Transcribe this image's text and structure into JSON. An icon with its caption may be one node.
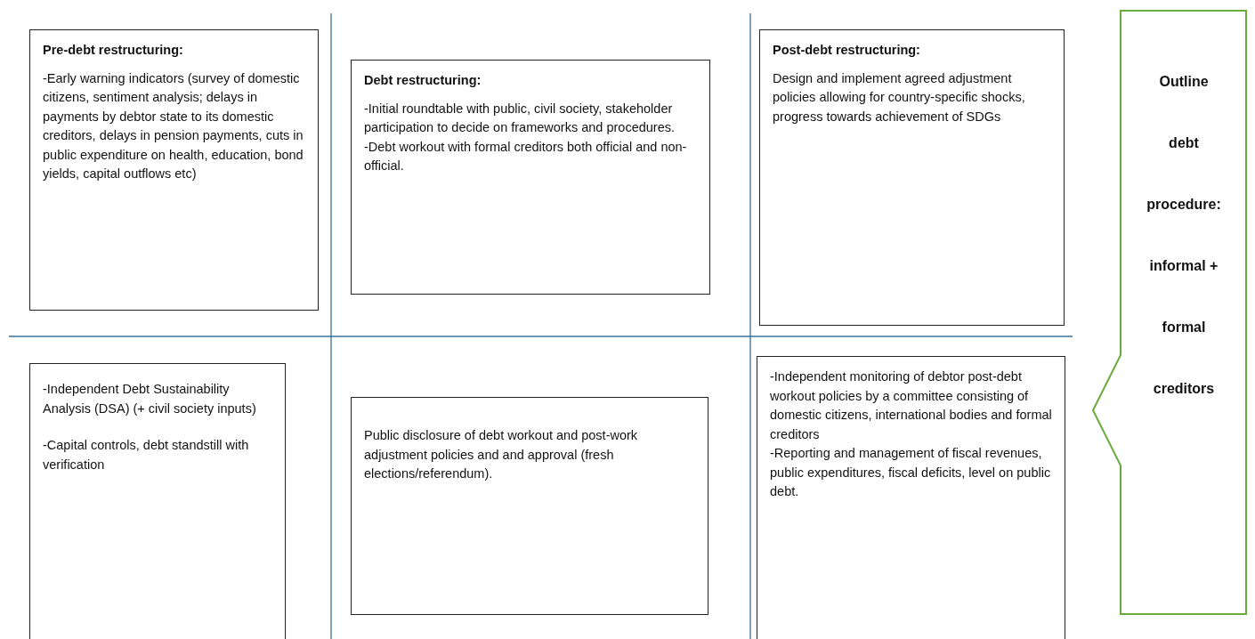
{
  "diagram": {
    "nodes": [
      {
        "text": [
          "Pre-debt restructuring:",
          "-Early warning indicators (survey of domestic citizens, sentiment analysis; delays in payments by debtor state to its domestic creditors, delays in pension payments, cuts in public expenditure on health, education, bond yields, capital outflows etc)"
        ]
      },
      {
        "text": [
          "Debt restructuring:",
          "-Initial roundtable with public, civil society, stakeholder participation to decide on frameworks and procedures.",
          "-Debt workout with formal creditors both official and non-official."
        ]
      },
      {
        "text": [
          "Post-debt restructuring:",
          "Design and implement agreed adjustment policies allowing for country-specific shocks, progress towards achievement of SDGs"
        ]
      },
      {
        "text": [
          "-Independent Debt Sustainability Analysis (DSA) (+ civil society inputs)",
          "-Capital controls, debt standstill with verification"
        ]
      },
      {
        "text": [
          "Public disclosure of debt workout and post-work adjustment policies and and approval (fresh elections/referendum)."
        ]
      },
      {
        "text": [
          "-Independent monitoring of debtor post-debt workout policies by a committee consisting of domestic citizens, international bodies and formal creditors",
          "-Reporting and management of fiscal revenues, public expenditures, fiscal deficits, level on public debt."
        ]
      },
      {
        "text": [
          "Outline debt procedure: informal + formal creditors"
        ]
      }
    ],
    "edges": []
  }
}
